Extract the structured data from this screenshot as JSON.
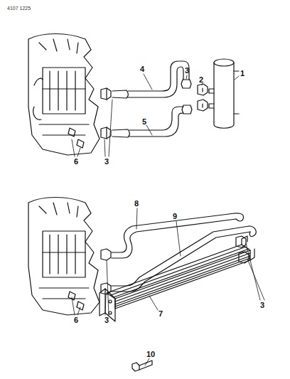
{
  "diagram": {
    "labels": [
      "4107 1225",
      "4",
      "3",
      "2",
      "1",
      "5",
      "6",
      "3",
      "8",
      "9",
      "3",
      "6",
      "3",
      "7",
      "10"
    ]
  }
}
